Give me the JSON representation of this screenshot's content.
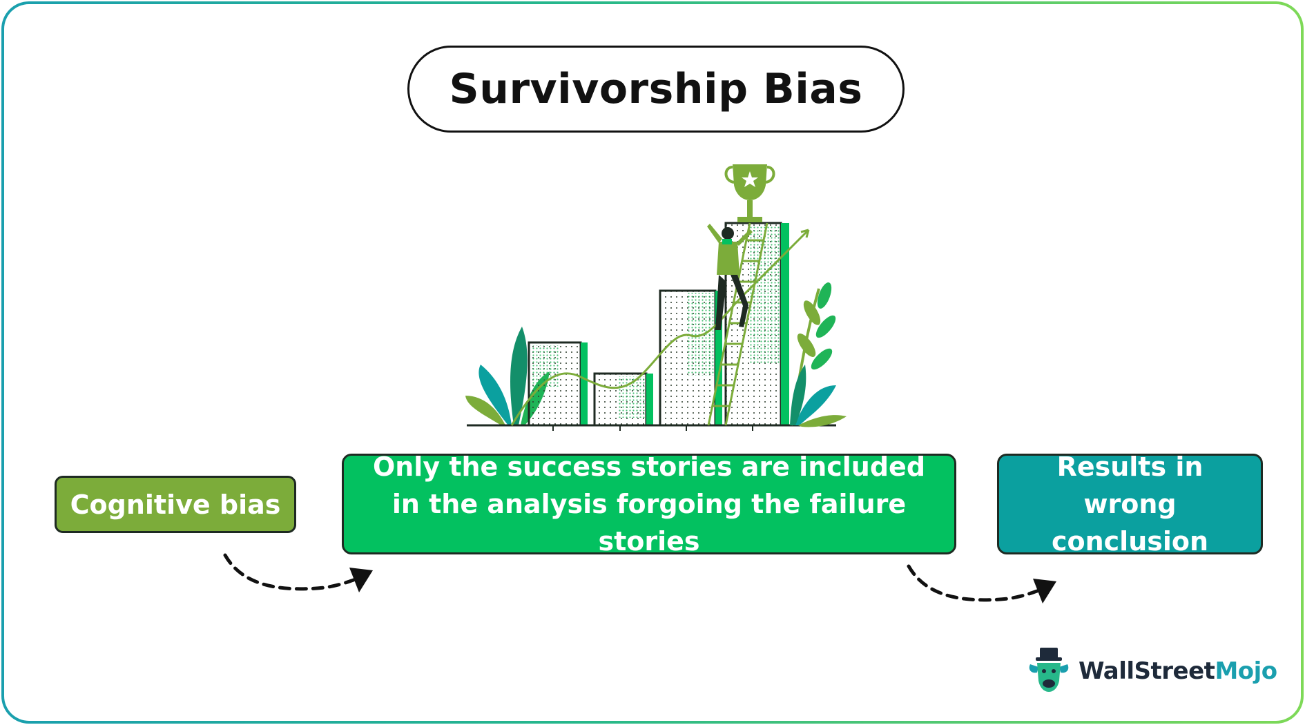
{
  "title": "Survivorship Bias",
  "steps": [
    {
      "label": "Cognitive bias",
      "color": "#7cac3a"
    },
    {
      "label": "Only the success stories are included in the analysis forgoing the failure stories",
      "color": "#03c160"
    },
    {
      "label": "Results in wrong conclusion",
      "color": "#0ba09f"
    }
  ],
  "connectors": [
    "dashed-arrow-icon",
    "dashed-arrow-icon"
  ],
  "illustration": {
    "icons": [
      "bar-chart-icon",
      "trophy-icon",
      "person-climbing-ladder-icon",
      "trend-line-icon",
      "plant-icon"
    ]
  },
  "brand": {
    "name_primary": "WallStreet",
    "name_accent": "Mojo",
    "colors": {
      "text": "#1e2a3a",
      "accent": "#1a9fae"
    }
  }
}
